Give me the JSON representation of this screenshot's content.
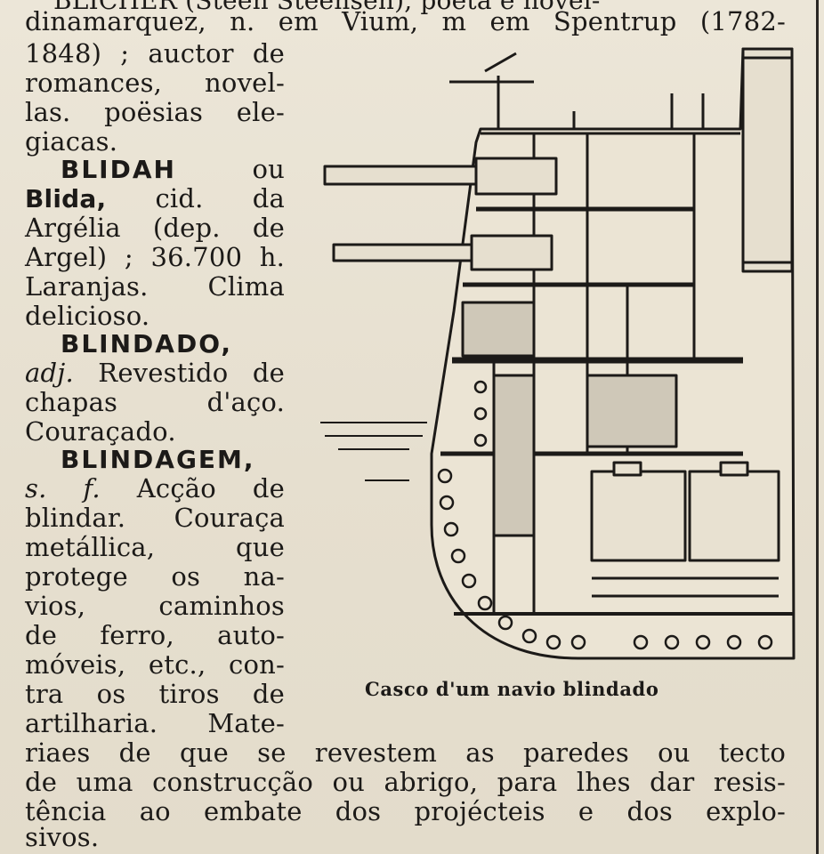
{
  "text": {
    "top_clip": "BLICHER (Steen Steensen), poeta e novel-",
    "top_line": "dinamarquez, n. em Vium, m em Spentrup (1782-",
    "l1": "1848) ; auctor de",
    "l2": "romances, novel-",
    "l3": "las. poësias ele-",
    "l4": "giacas.",
    "blidah_hw": "BLIDAH",
    "blidah_rest": "ou",
    "blida_hw": "Blida,",
    "blida_rest": "cid. da",
    "l7": "Argélia (dep. de",
    "l8": "Argel) ; 36.700 h.",
    "l9": "Laranjas. Clima",
    "l10": "delicioso.",
    "blindado_hw": "BLINDADO,",
    "blindado_pos": "adj.",
    "blindado_rest": "Revestido de",
    "l13": "chapas d'aço.",
    "l14": "Couraçado.",
    "blindagem_hw": "BLINDAGEM,",
    "blindagem_pos": "s. f.",
    "blindagem_rest": "Acção de",
    "l17": "blindar. Couraça",
    "l18": "metállica, que",
    "l19": "protege os na-",
    "l20": "vios, caminhos",
    "l21": "de ferro, auto-",
    "l22": "móveis, etc., con-",
    "l23": "tra os tiros de",
    "l24": "artilharia. Mate-",
    "w1": "riaes de que se revestem as paredes ou tecto",
    "w2": "de uma construcção ou abrigo, para lhes dar resis-",
    "w3": "tência ao embate dos projécteis e dos explo-",
    "w4": "sivos."
  },
  "figure": {
    "caption": "Casco d'um navio blindado"
  },
  "colors": {
    "ink": "#1c1a18",
    "paper": "#e9e2d3"
  }
}
